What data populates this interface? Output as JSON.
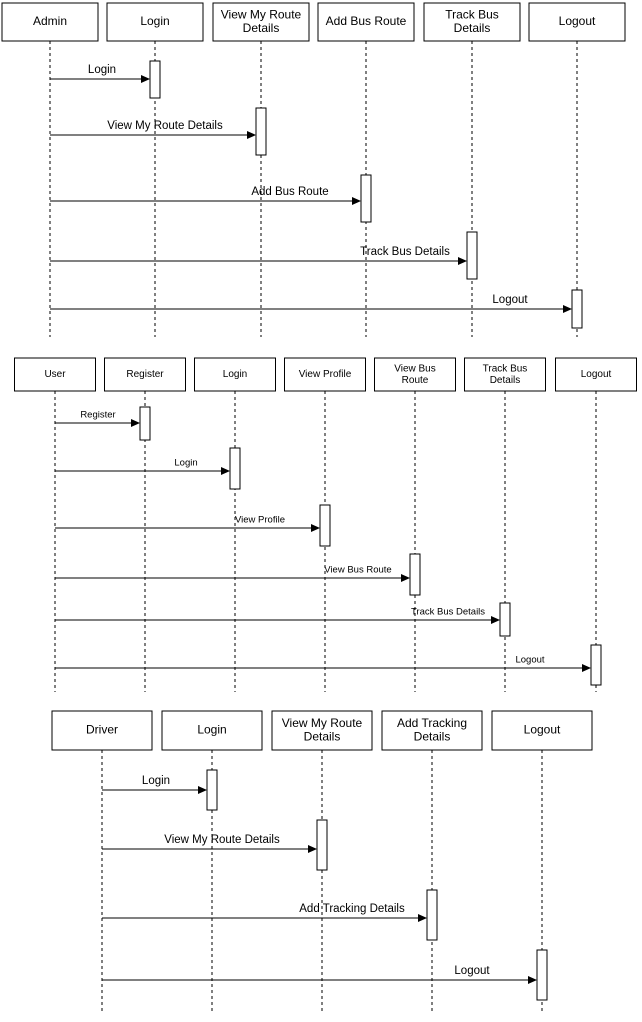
{
  "diagrams": [
    {
      "participants": [
        "Admin",
        "Login",
        "View My Route Details",
        "Add Bus Route",
        "Track Bus Details",
        "Logout"
      ],
      "messages": [
        {
          "from": 0,
          "to": 1,
          "label": "Login"
        },
        {
          "from": 0,
          "to": 2,
          "label": "View My Route Details"
        },
        {
          "from": 0,
          "to": 3,
          "label": "Add Bus Route"
        },
        {
          "from": 0,
          "to": 4,
          "label": "Track Bus Details"
        },
        {
          "from": 0,
          "to": 5,
          "label": "Logout"
        }
      ]
    },
    {
      "participants": [
        "User",
        "Register",
        "Login",
        "View Profile",
        "View Bus Route",
        "Track Bus Details",
        "Logout"
      ],
      "messages": [
        {
          "from": 0,
          "to": 1,
          "label": "Register"
        },
        {
          "from": 0,
          "to": 2,
          "label": "Login"
        },
        {
          "from": 0,
          "to": 3,
          "label": "View Profile"
        },
        {
          "from": 0,
          "to": 4,
          "label": "View Bus Route"
        },
        {
          "from": 0,
          "to": 5,
          "label": "Track Bus Details"
        },
        {
          "from": 0,
          "to": 6,
          "label": "Logout"
        }
      ]
    },
    {
      "participants": [
        "Driver",
        "Login",
        "View My Route Details",
        "Add Tracking Details",
        "Logout"
      ],
      "messages": [
        {
          "from": 0,
          "to": 1,
          "label": "Login"
        },
        {
          "from": 0,
          "to": 2,
          "label": "View My Route Details"
        },
        {
          "from": 0,
          "to": 3,
          "label": "Add Tracking Details"
        },
        {
          "from": 0,
          "to": 4,
          "label": "Logout"
        }
      ]
    }
  ]
}
